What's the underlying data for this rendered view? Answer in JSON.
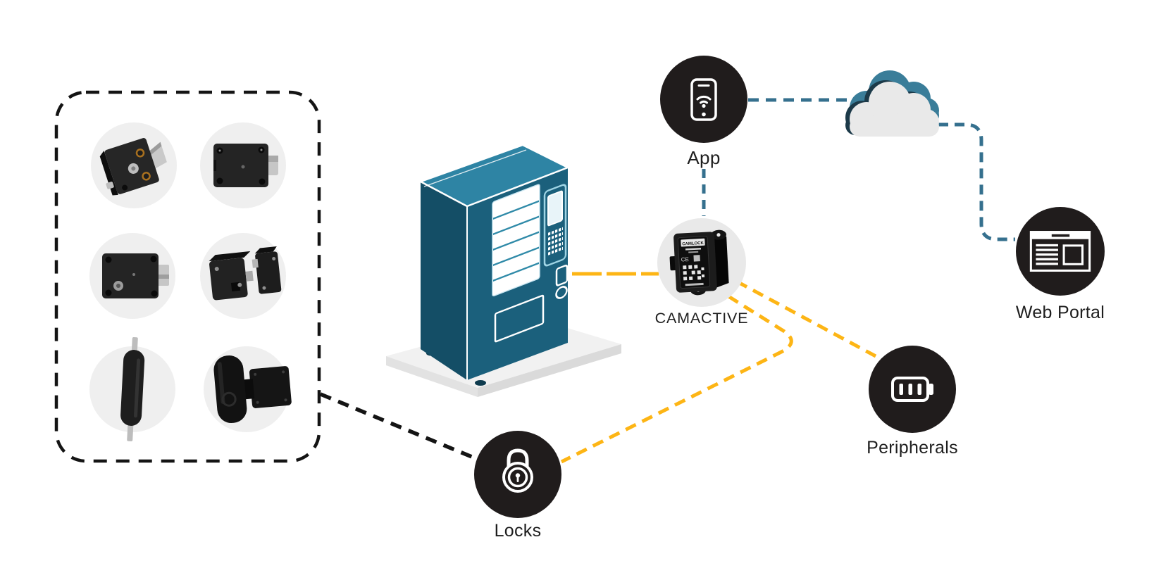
{
  "diagram": {
    "nodes": {
      "app": {
        "label": "App",
        "icon": "smartphone-wifi-icon"
      },
      "camactive": {
        "label": "CAMACTIVE",
        "icon": "gateway-device-photo",
        "device_label": "CAMLOCK"
      },
      "web_portal": {
        "label": "Web Portal",
        "icon": "browser-window-icon"
      },
      "peripherals": {
        "label": "Peripherals",
        "icon": "battery-icon"
      },
      "locks": {
        "label": "Locks",
        "icon": "padlock-icon"
      }
    },
    "links": [
      {
        "from": "app",
        "to": "cloud",
        "style": "dashed",
        "color": "#35708E"
      },
      {
        "from": "app",
        "to": "camactive",
        "style": "dashed",
        "color": "#35708E"
      },
      {
        "from": "cloud",
        "to": "web_portal",
        "style": "dashed",
        "color": "#35708E"
      },
      {
        "from": "vending-machine",
        "to": "camactive",
        "style": "long-dash",
        "color": "#FDB515"
      },
      {
        "from": "camactive",
        "to": "peripherals",
        "style": "dashed",
        "color": "#FDB515"
      },
      {
        "from": "camactive",
        "to": "locks",
        "style": "dashed",
        "color": "#FDB515"
      },
      {
        "from": "lock-panel",
        "to": "locks",
        "style": "dashed",
        "color": "#141414"
      }
    ],
    "lock_panel": {
      "products": [
        "cam-lock-angled",
        "cabinet-lock-latch-right",
        "cabinet-lock-latch-side",
        "two-piece-lock",
        "slim-handle-lock",
        "swinghandle-lock"
      ]
    },
    "colors": {
      "node_bg": "#201c1c",
      "node_gray_bg": "#e9e9e9",
      "lock_circle_bg": "#efefef",
      "teal_line": "#35708E",
      "yellow_line": "#FDB515",
      "black_line": "#141414",
      "machine_top": "#2E84A4",
      "machine_front": "#1B607C",
      "machine_side": "#144E66",
      "cloud_front": "#E9E9E9",
      "cloud_back": "#3A7D99",
      "cloud_shadow": "#1C3A49"
    }
  }
}
